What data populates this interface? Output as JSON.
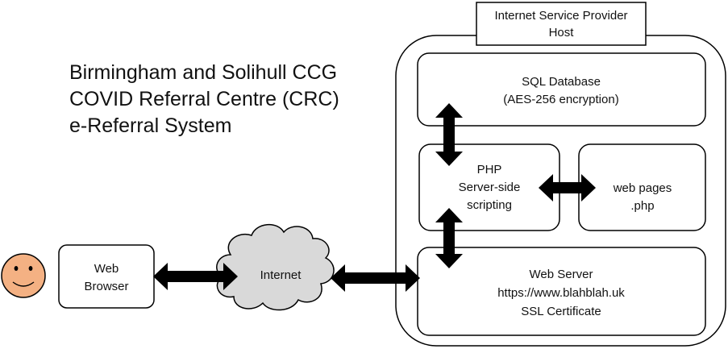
{
  "title": {
    "lines": [
      "Birmingham and Solihull CCG",
      "COVID Referral Centre (CRC)",
      "e-Referral System"
    ]
  },
  "isp_host": {
    "lines": [
      "Internet Service Provider",
      "Host"
    ]
  },
  "sql_database": {
    "lines": [
      "SQL Database",
      "(AES-256 encryption)"
    ]
  },
  "php": {
    "lines": [
      "PHP",
      "Server-side",
      "scripting"
    ]
  },
  "web_pages": {
    "lines": [
      "web pages",
      ".php"
    ]
  },
  "web_server": {
    "lines": [
      "Web Server",
      "https://www.blahblah.uk",
      "SSL Certificate"
    ]
  },
  "browser": {
    "lines": [
      "Web",
      "Browser"
    ]
  },
  "internet": {
    "label": "Internet"
  },
  "colors": {
    "user_face_fill": "#f4b183",
    "cloud_fill": "#d9d9d9",
    "stroke": "#000000",
    "background": "#ffffff"
  }
}
